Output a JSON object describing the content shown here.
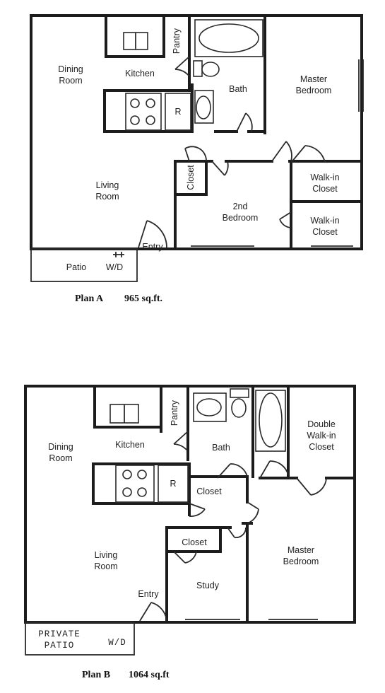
{
  "plan_a": {
    "caption_name": "Plan A",
    "caption_area": "965 sq.ft.",
    "rooms": {
      "dining_1": "Dining",
      "dining_2": "Room",
      "kitchen": "Kitchen",
      "pantry": "Pantry",
      "bath": "Bath",
      "master_1": "Master",
      "master_2": "Bedroom",
      "living_1": "Living",
      "living_2": "Room",
      "closet": "Closet",
      "bed2_1": "2nd",
      "bed2_2": "Bedroom",
      "walkin1_1": "Walk-in",
      "walkin1_2": "Closet",
      "walkin2_1": "Walk-in",
      "walkin2_2": "Closet",
      "entry": "Entry",
      "patio": "Patio",
      "wd": "W/D",
      "fridge": "R"
    }
  },
  "plan_b": {
    "caption_name": "Plan B",
    "caption_area": "1064 sq.ft",
    "rooms": {
      "dining_1": "Dining",
      "dining_2": "Room",
      "kitchen": "Kitchen",
      "pantry": "Pantry",
      "bath": "Bath",
      "double_1": "Double",
      "double_2": "Walk-in",
      "double_3": "Closet",
      "closet_hall": "Closet",
      "closet_study": "Closet",
      "living_1": "Living",
      "living_2": "Room",
      "study": "Study",
      "master_1": "Master",
      "master_2": "Bedroom",
      "entry": "Entry",
      "patio_1": "PRIVATE",
      "patio_2": "PATIO",
      "wd": "W/D",
      "fridge": "R"
    }
  }
}
